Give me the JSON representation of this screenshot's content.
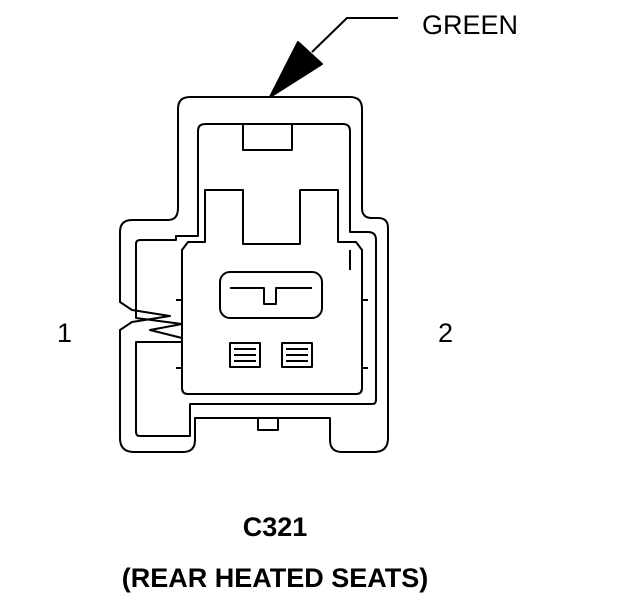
{
  "diagram": {
    "callout_label": "GREEN",
    "pin_left": "1",
    "pin_right": "2",
    "connector_id": "C321",
    "connector_description": "(REAR HEATED SEATS)",
    "colors": {
      "line": "#000000",
      "background": "#ffffff"
    }
  }
}
